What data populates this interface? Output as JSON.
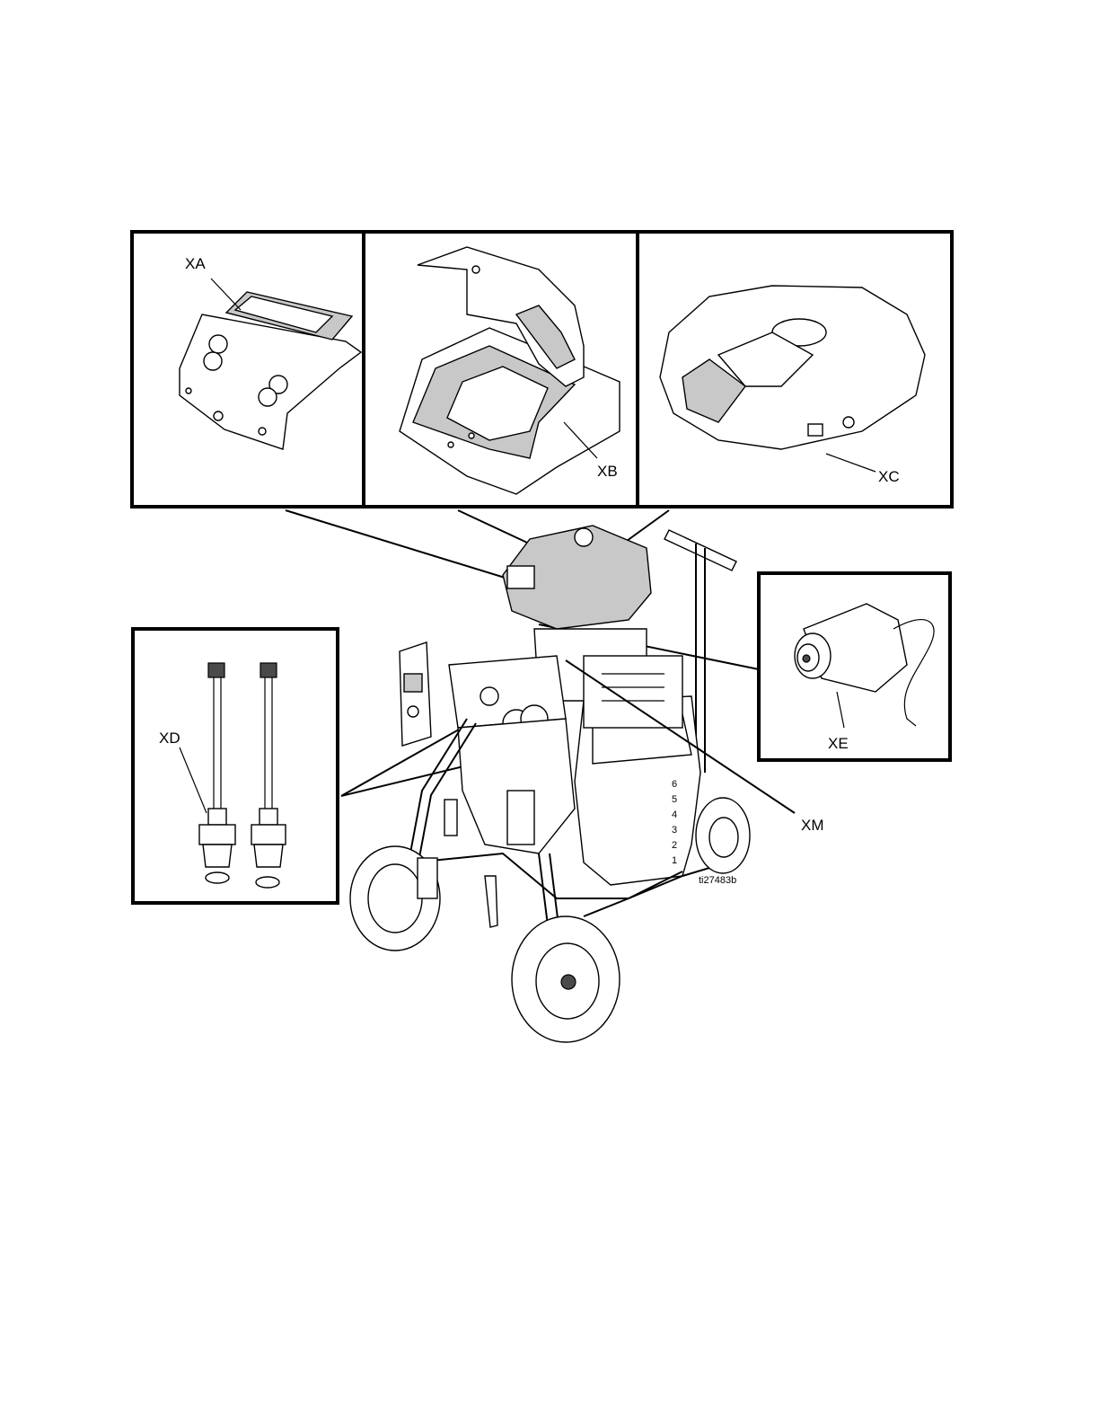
{
  "callouts": {
    "xa": "XA",
    "xb": "XB",
    "xc": "XC",
    "xd": "XD",
    "xe": "XE",
    "xm": "XM"
  },
  "figure_id": "ti27483b",
  "scale_numbers": [
    "6",
    "5",
    "4",
    "3",
    "2",
    "1"
  ]
}
